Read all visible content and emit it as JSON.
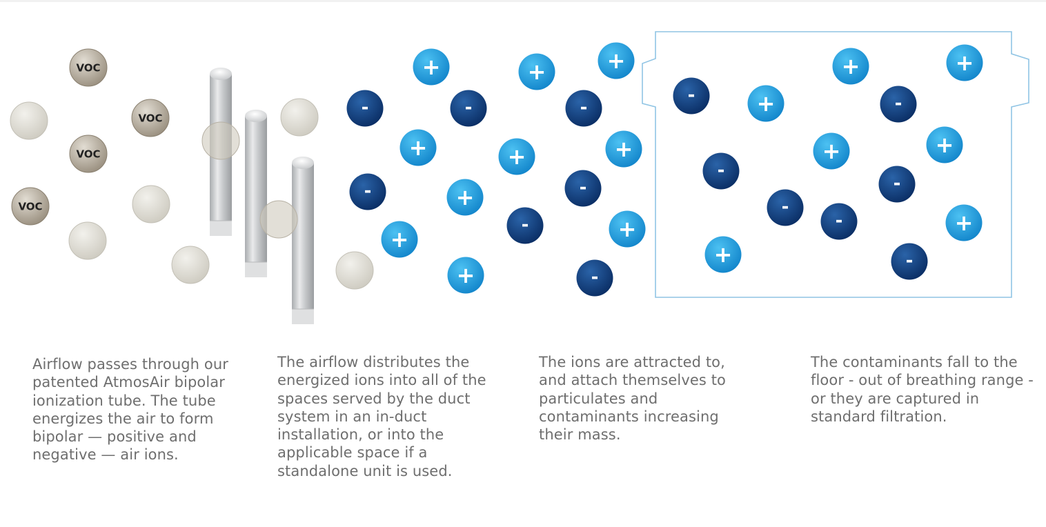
{
  "captions": [
    "Airflow passes through our patented AtmosAir bipolar ionization tube. The tube energizes the air to form bipolar — positive and negative — air ions.",
    "The airflow distributes the energized ions into all of the spaces served by the duct system in an in-duct installation, or into the applicable space if a standalone unit is used.",
    "The ions are attracted to, and attach themselves to particulates and contaminants increasing their mass.",
    "The contaminants fall to the floor - out of breathing range - or they are captured in standard filtration."
  ],
  "particle_labels": {
    "voc": "VOC",
    "positive_ion": "+",
    "negative_ion": "-"
  },
  "colors": {
    "positive_ion": "#1a9bdd",
    "negative_ion": "#0f3f80",
    "voc_particle": "#aea597",
    "particulate": "#dcdad3",
    "tube": "#c4c6c8",
    "room_outline": "#8fc4e4",
    "caption_text": "#6e6e6e"
  }
}
